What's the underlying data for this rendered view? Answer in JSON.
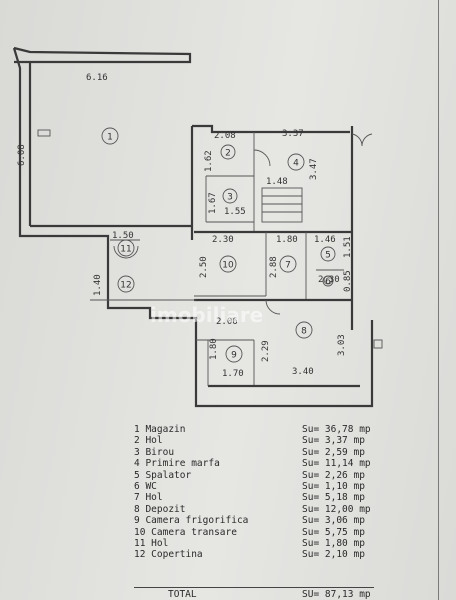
{
  "watermark": "imobiliare",
  "room_numbers": [
    "1",
    "2",
    "3",
    "4",
    "5",
    "6",
    "7",
    "8",
    "9",
    "10",
    "11",
    "12"
  ],
  "dimensions": {
    "d616": "6.16",
    "d608": "6.08",
    "d208": "2.08",
    "d337": "3.37",
    "d162": "1.62",
    "d148": "1.48",
    "d347": "3.47",
    "d167": "1.67",
    "d155": "1.55",
    "d150": "1.50",
    "d230": "2.30",
    "d180": "1.80",
    "d146": "1.46",
    "d151": "1.51",
    "d140": "1.40",
    "d250": "2.50",
    "d288": "2.88",
    "d230b": "2.30",
    "d085": "0.85",
    "d206": "2.06",
    "d303": "3.03",
    "d180b": "1.80",
    "d229": "2.29",
    "d170": "1.70",
    "d340": "3.40"
  },
  "legend": [
    {
      "name": "1 Magazin",
      "area": "Su= 36,78 mp"
    },
    {
      "name": "2 Hol",
      "area": "Su= 3,37 mp"
    },
    {
      "name": "3 Birou",
      "area": "Su= 2,59 mp"
    },
    {
      "name": "4 Primire marfa",
      "area": "Su= 11,14 mp"
    },
    {
      "name": "5 Spalator",
      "area": "Su= 2,26 mp"
    },
    {
      "name": "6 WC",
      "area": "Su= 1,10 mp"
    },
    {
      "name": "7 Hol",
      "area": "Su= 5,18 mp"
    },
    {
      "name": "8 Depozit",
      "area": "Su= 12,00 mp"
    },
    {
      "name": "9 Camera frigorifica",
      "area": "Su= 3,06 mp"
    },
    {
      "name": "10 Camera transare",
      "area": "Su= 5,75 mp"
    },
    {
      "name": "11 Hol",
      "area": "Su= 1,80 mp"
    },
    {
      "name": "12 Copertina",
      "area": "Su= 2,10 mp"
    }
  ],
  "total": {
    "label": "TOTAL",
    "area": "SU= 87,13 mp"
  }
}
